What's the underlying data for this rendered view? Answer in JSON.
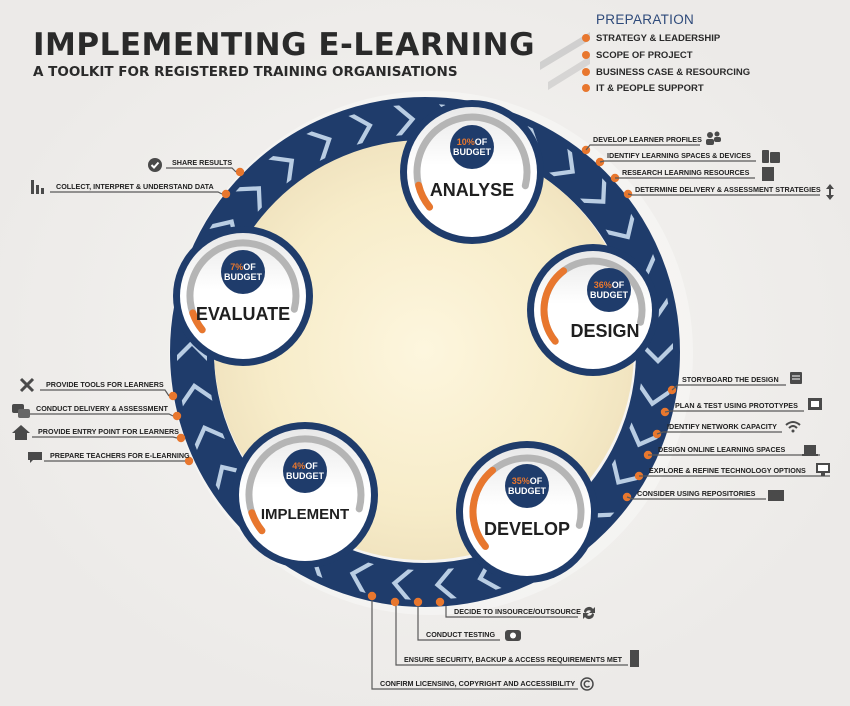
{
  "header": {
    "title": "IMPLEMENTING E-LEARNING",
    "subtitle": "A TOOLKIT FOR REGISTERED TRAINING ORGANISATIONS"
  },
  "preparation": {
    "title": "PREPARATION",
    "items": [
      "STRATEGY & LEADERSHIP",
      "SCOPE OF PROJECT",
      "BUSINESS CASE & RESOURCING",
      "IT & PEOPLE SUPPORT"
    ]
  },
  "colors": {
    "navy": "#1f3c6b",
    "accent": "#e8772e",
    "chevron_light": "#b9cde3",
    "text": "#2a2a2a"
  },
  "phases": [
    {
      "name": "ANALYSE",
      "percent": "10%",
      "pct_value": 10,
      "of": "OF",
      "budget": "BUDGET"
    },
    {
      "name": "DESIGN",
      "percent": "36%",
      "pct_value": 36,
      "of": "OF",
      "budget": "BUDGET"
    },
    {
      "name": "DEVELOP",
      "percent": "35%",
      "pct_value": 35,
      "of": "OF",
      "budget": "BUDGET"
    },
    {
      "name": "IMPLEMENT",
      "percent": "4%",
      "pct_value": 4,
      "of": "OF",
      "budget": "BUDGET"
    },
    {
      "name": "EVALUATE",
      "percent": "7%",
      "pct_value": 7,
      "of": "OF",
      "budget": "BUDGET"
    }
  ],
  "analyse_tasks": [
    {
      "label": "DEVELOP LEARNER PROFILES",
      "icon": "users-icon"
    },
    {
      "label": "IDENTIFY LEARNING SPACES & DEVICES",
      "icon": "devices-icon"
    },
    {
      "label": "RESEARCH LEARNING RESOURCES",
      "icon": "document-icon"
    },
    {
      "label": "DETERMINE DELIVERY & ASSESSMENT STRATEGIES",
      "icon": "updown-arrow-icon"
    }
  ],
  "design_tasks": [
    {
      "label": "STORYBOARD THE DESIGN",
      "icon": "storyboard-icon"
    },
    {
      "label": "PLAN & TEST USING PROTOTYPES",
      "icon": "prototype-icon"
    },
    {
      "label": "IDENTIFY NETWORK CAPACITY",
      "icon": "wifi-icon"
    },
    {
      "label": "DESIGN ONLINE LEARNING SPACES",
      "icon": "laptop-icon"
    },
    {
      "label": "EXPLORE & REFINE TECHNOLOGY OPTIONS",
      "icon": "monitor-icon"
    },
    {
      "label": "CONSIDER USING REPOSITORIES",
      "icon": "repository-icon"
    }
  ],
  "develop_tasks": [
    {
      "label": "DECIDE TO INSOURCE/OUTSOURCE",
      "icon": "sync-icon"
    },
    {
      "label": "CONDUCT TESTING",
      "icon": "testing-icon"
    },
    {
      "label": "ENSURE SECURITY, BACKUP & ACCESS REQUIREMENTS MET",
      "icon": "server-icon"
    },
    {
      "label": "CONFIRM LICENSING, COPYRIGHT AND ACCESSIBILITY",
      "icon": "copyright-icon"
    }
  ],
  "implement_tasks": [
    {
      "label": "PROVIDE TOOLS FOR LEARNERS",
      "icon": "tools-icon"
    },
    {
      "label": "CONDUCT DELIVERY & ASSESSMENT",
      "icon": "chat-icon"
    },
    {
      "label": "PROVIDE ENTRY POINT FOR LEARNERS",
      "icon": "home-icon"
    },
    {
      "label": "PREPARE TEACHERS FOR E-LEARNING",
      "icon": "speech-icon"
    }
  ],
  "evaluate_tasks": [
    {
      "label": "SHARE RESULTS",
      "icon": "check-icon"
    },
    {
      "label": "COLLECT, INTERPRET & UNDERSTAND DATA",
      "icon": "bar-chart-icon"
    }
  ]
}
